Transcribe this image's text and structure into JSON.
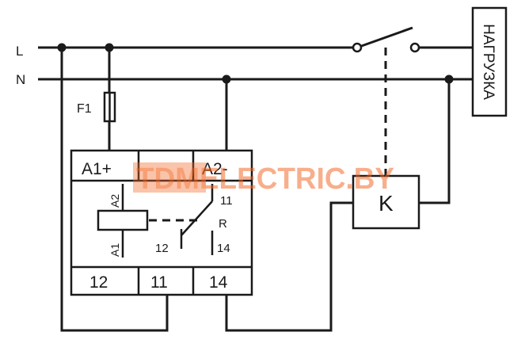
{
  "lines": {
    "phase": "L",
    "neutral": "N"
  },
  "fuse": {
    "label": "F1"
  },
  "relay": {
    "top_terminals": [
      "A1+",
      "A2-"
    ],
    "bottom_terminals": [
      "12",
      "11",
      "14"
    ],
    "coil_labels": {
      "a2": "A2",
      "a1": "A1"
    },
    "contact_labels": {
      "c11": "11",
      "r": "R",
      "c12": "12",
      "c14": "14"
    }
  },
  "contactor": {
    "label": "K"
  },
  "load": {
    "label": "НАГРУЗКА"
  },
  "watermark": {
    "text": "TDMELECTRIC.BY",
    "color": "#f26522"
  }
}
